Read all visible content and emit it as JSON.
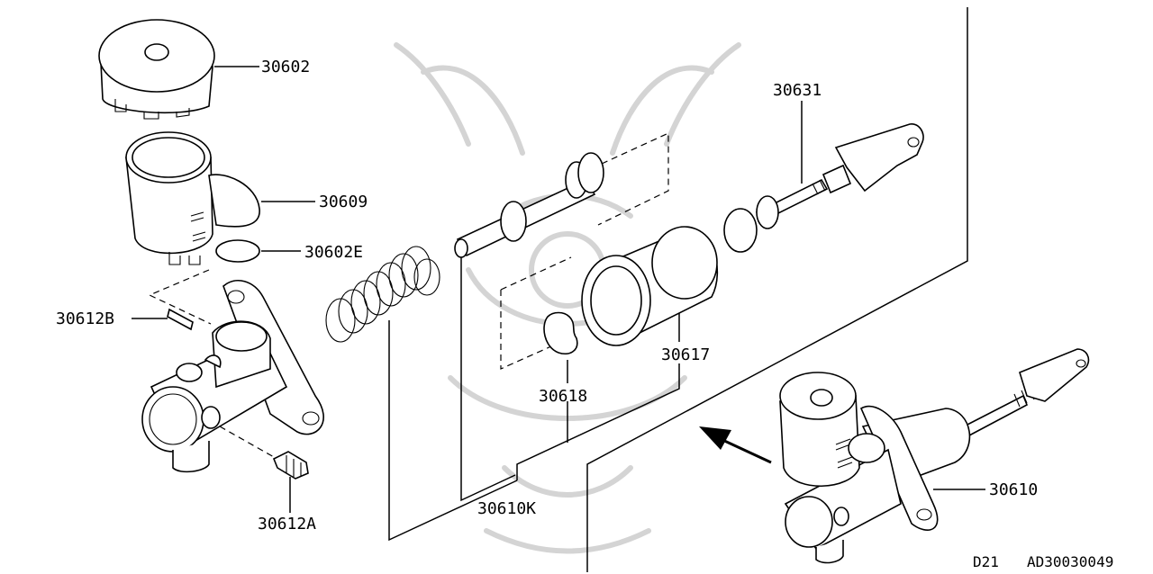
{
  "labels": {
    "p30602": "30602",
    "p30609": "30609",
    "p30602E": "30602E",
    "p30612B": "30612B",
    "p30612A": "30612A",
    "p30631": "30631",
    "p30617": "30617",
    "p30618": "30618",
    "p30610K": "30610K",
    "p30610": "30610"
  },
  "footer": {
    "model": "D21",
    "diagram_code": "AD30030049"
  },
  "colors": {
    "ink": "#000000",
    "watermark": "#d4d4d4",
    "background": "#ffffff"
  }
}
